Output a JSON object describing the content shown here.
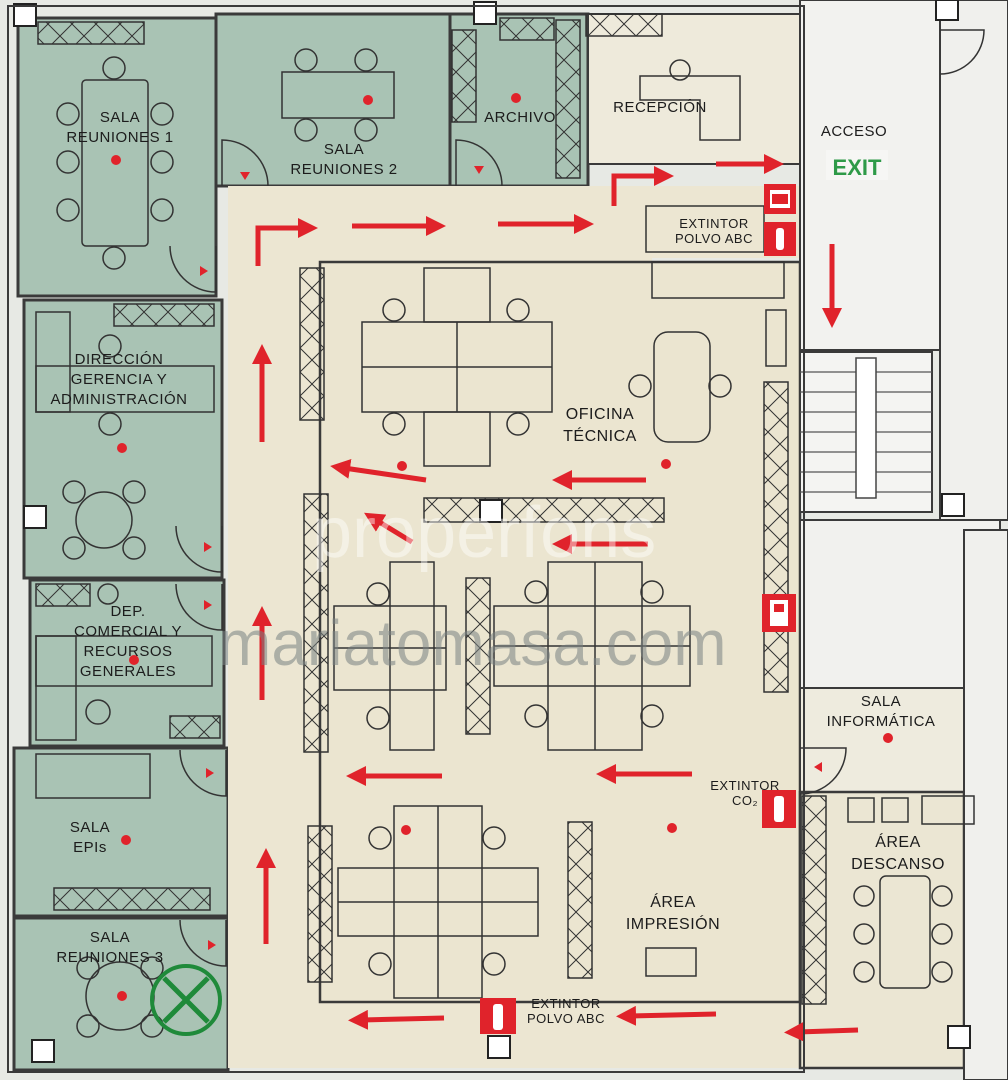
{
  "plan": {
    "rooms": {
      "sala_reuniones_1": "SALA\nREUNIONES 1",
      "sala_reuniones_2": "SALA\nREUNIONES 2",
      "archivo": "ARCHIVO",
      "recepcion": "RECEPCIÓN",
      "acceso": "ACCESO",
      "direccion": "DIRECCIÓN\nGERENCIA Y\nADMINISTRACIÓN",
      "oficina_tecnica": "OFICINA\nTÉCNICA",
      "dep_comercial": "DEP.\nCOMERCIAL Y\nRECURSOS\nGENERALES",
      "sala_informatica": "SALA\nINFORMÁTICA",
      "sala_epis": "SALA\nEPIs",
      "area_descanso": "ÁREA\nDESCANSO",
      "area_impresion": "ÁREA\nIMPRESIÓN",
      "sala_reuniones_3": "SALA\nREUNIONES 3"
    },
    "extinguishers": {
      "polvo_top": "EXTINTOR\nPOLVO ABC",
      "co2": "EXTINTOR\nCO₂",
      "polvo_bottom": "EXTINTOR\nPOLVO ABC"
    },
    "watermarks": {
      "line1": "properfons",
      "line2": "mariatomasa.com"
    },
    "colors": {
      "office_green": "#a9c3b4",
      "corridor_beige": "#ece6d2",
      "evacuation_red": "#e0232b",
      "assembly_green": "#1f8a3a",
      "wall": "#3a3a3a"
    }
  }
}
